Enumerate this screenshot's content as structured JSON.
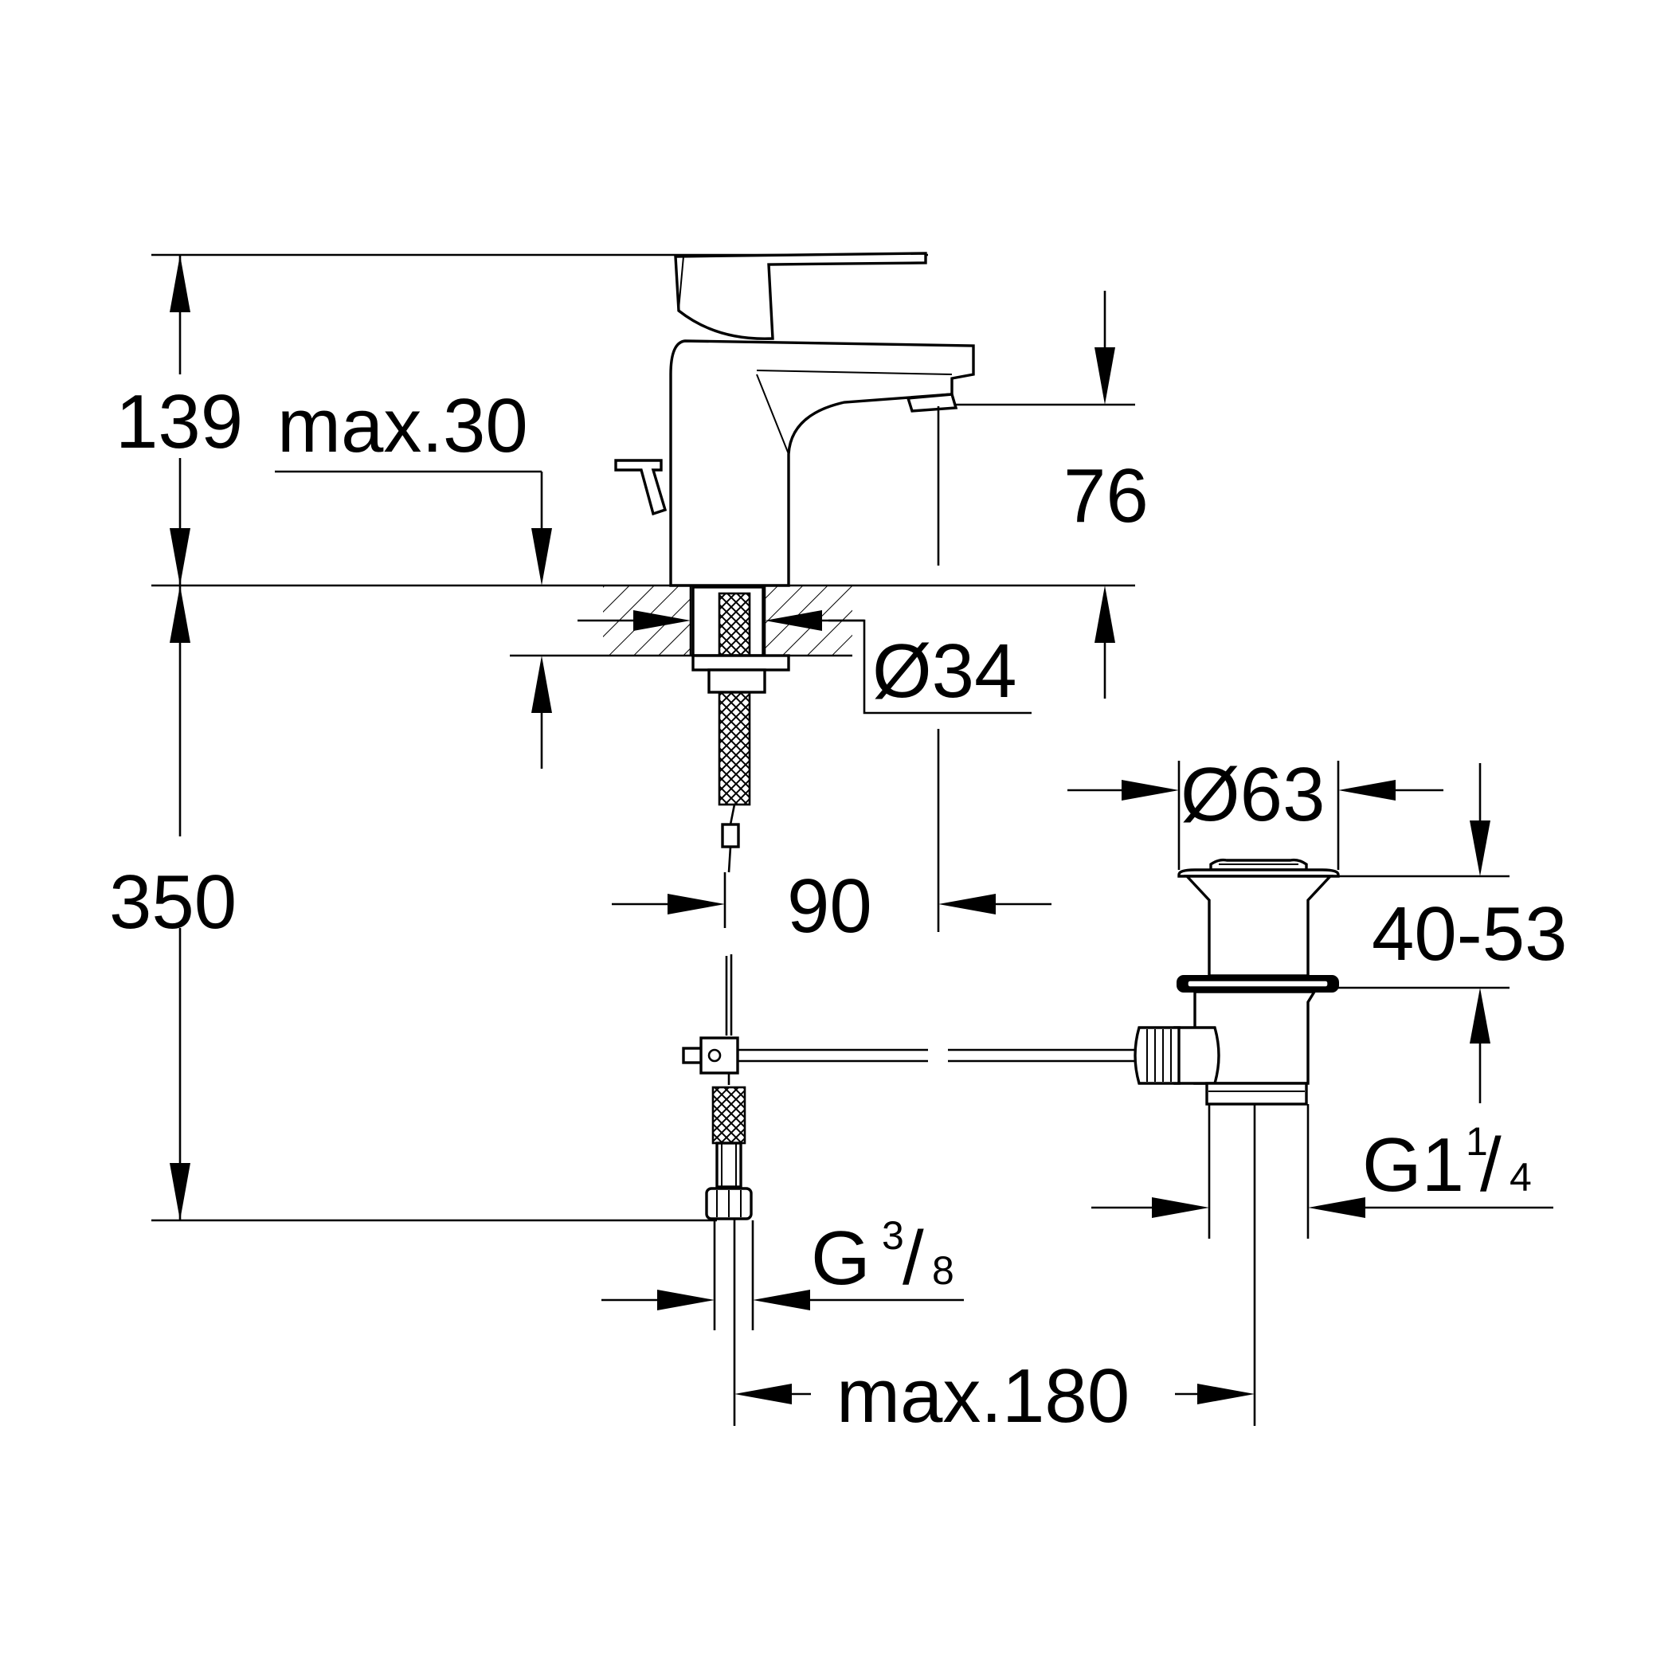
{
  "dimensions": {
    "height_above_surface": "139",
    "max_counter_thickness": "max.30",
    "spout_height": "76",
    "hole_diameter": "Ø34",
    "below_surface_length": "350",
    "spout_reach": "90",
    "waste_diameter": "Ø63",
    "waste_range": "40-53",
    "waste_thread_main": "G1",
    "waste_thread_num": "1",
    "waste_thread_den": "4",
    "supply_thread_main": "G",
    "supply_thread_num": "3",
    "supply_thread_den": "8",
    "rod_distance": "max.180"
  },
  "colors": {
    "line": "#000000",
    "background": "#ffffff"
  }
}
